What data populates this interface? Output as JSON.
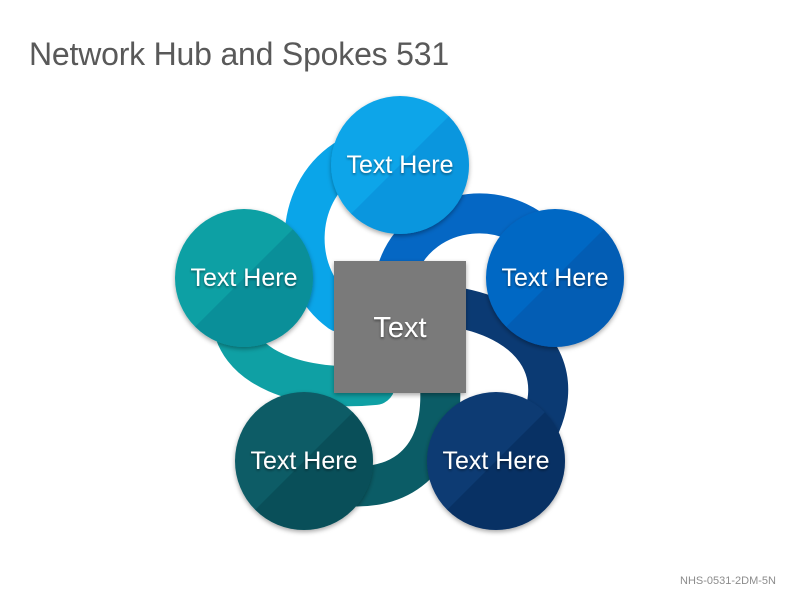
{
  "title": "Network Hub and Spokes 531",
  "hub": {
    "label": "Text",
    "color": "#7a7a7a"
  },
  "nodes": [
    {
      "id": "top",
      "label": "Text Here",
      "color": "#0aa5e9",
      "shade": "#0a8ad6"
    },
    {
      "id": "right",
      "label": "Text Here",
      "color": "#0567c4",
      "shade": "#0553a8"
    },
    {
      "id": "bottom-right",
      "label": "Text Here",
      "color": "#0b3a73",
      "shade": "#062a57"
    },
    {
      "id": "bottom-left",
      "label": "Text Here",
      "color": "#0b5c66",
      "shade": "#07454e"
    },
    {
      "id": "left",
      "label": "Text Here",
      "color": "#0fa0a4",
      "shade": "#0a8190"
    }
  ],
  "code": "NHS-0531-2DM-5N"
}
